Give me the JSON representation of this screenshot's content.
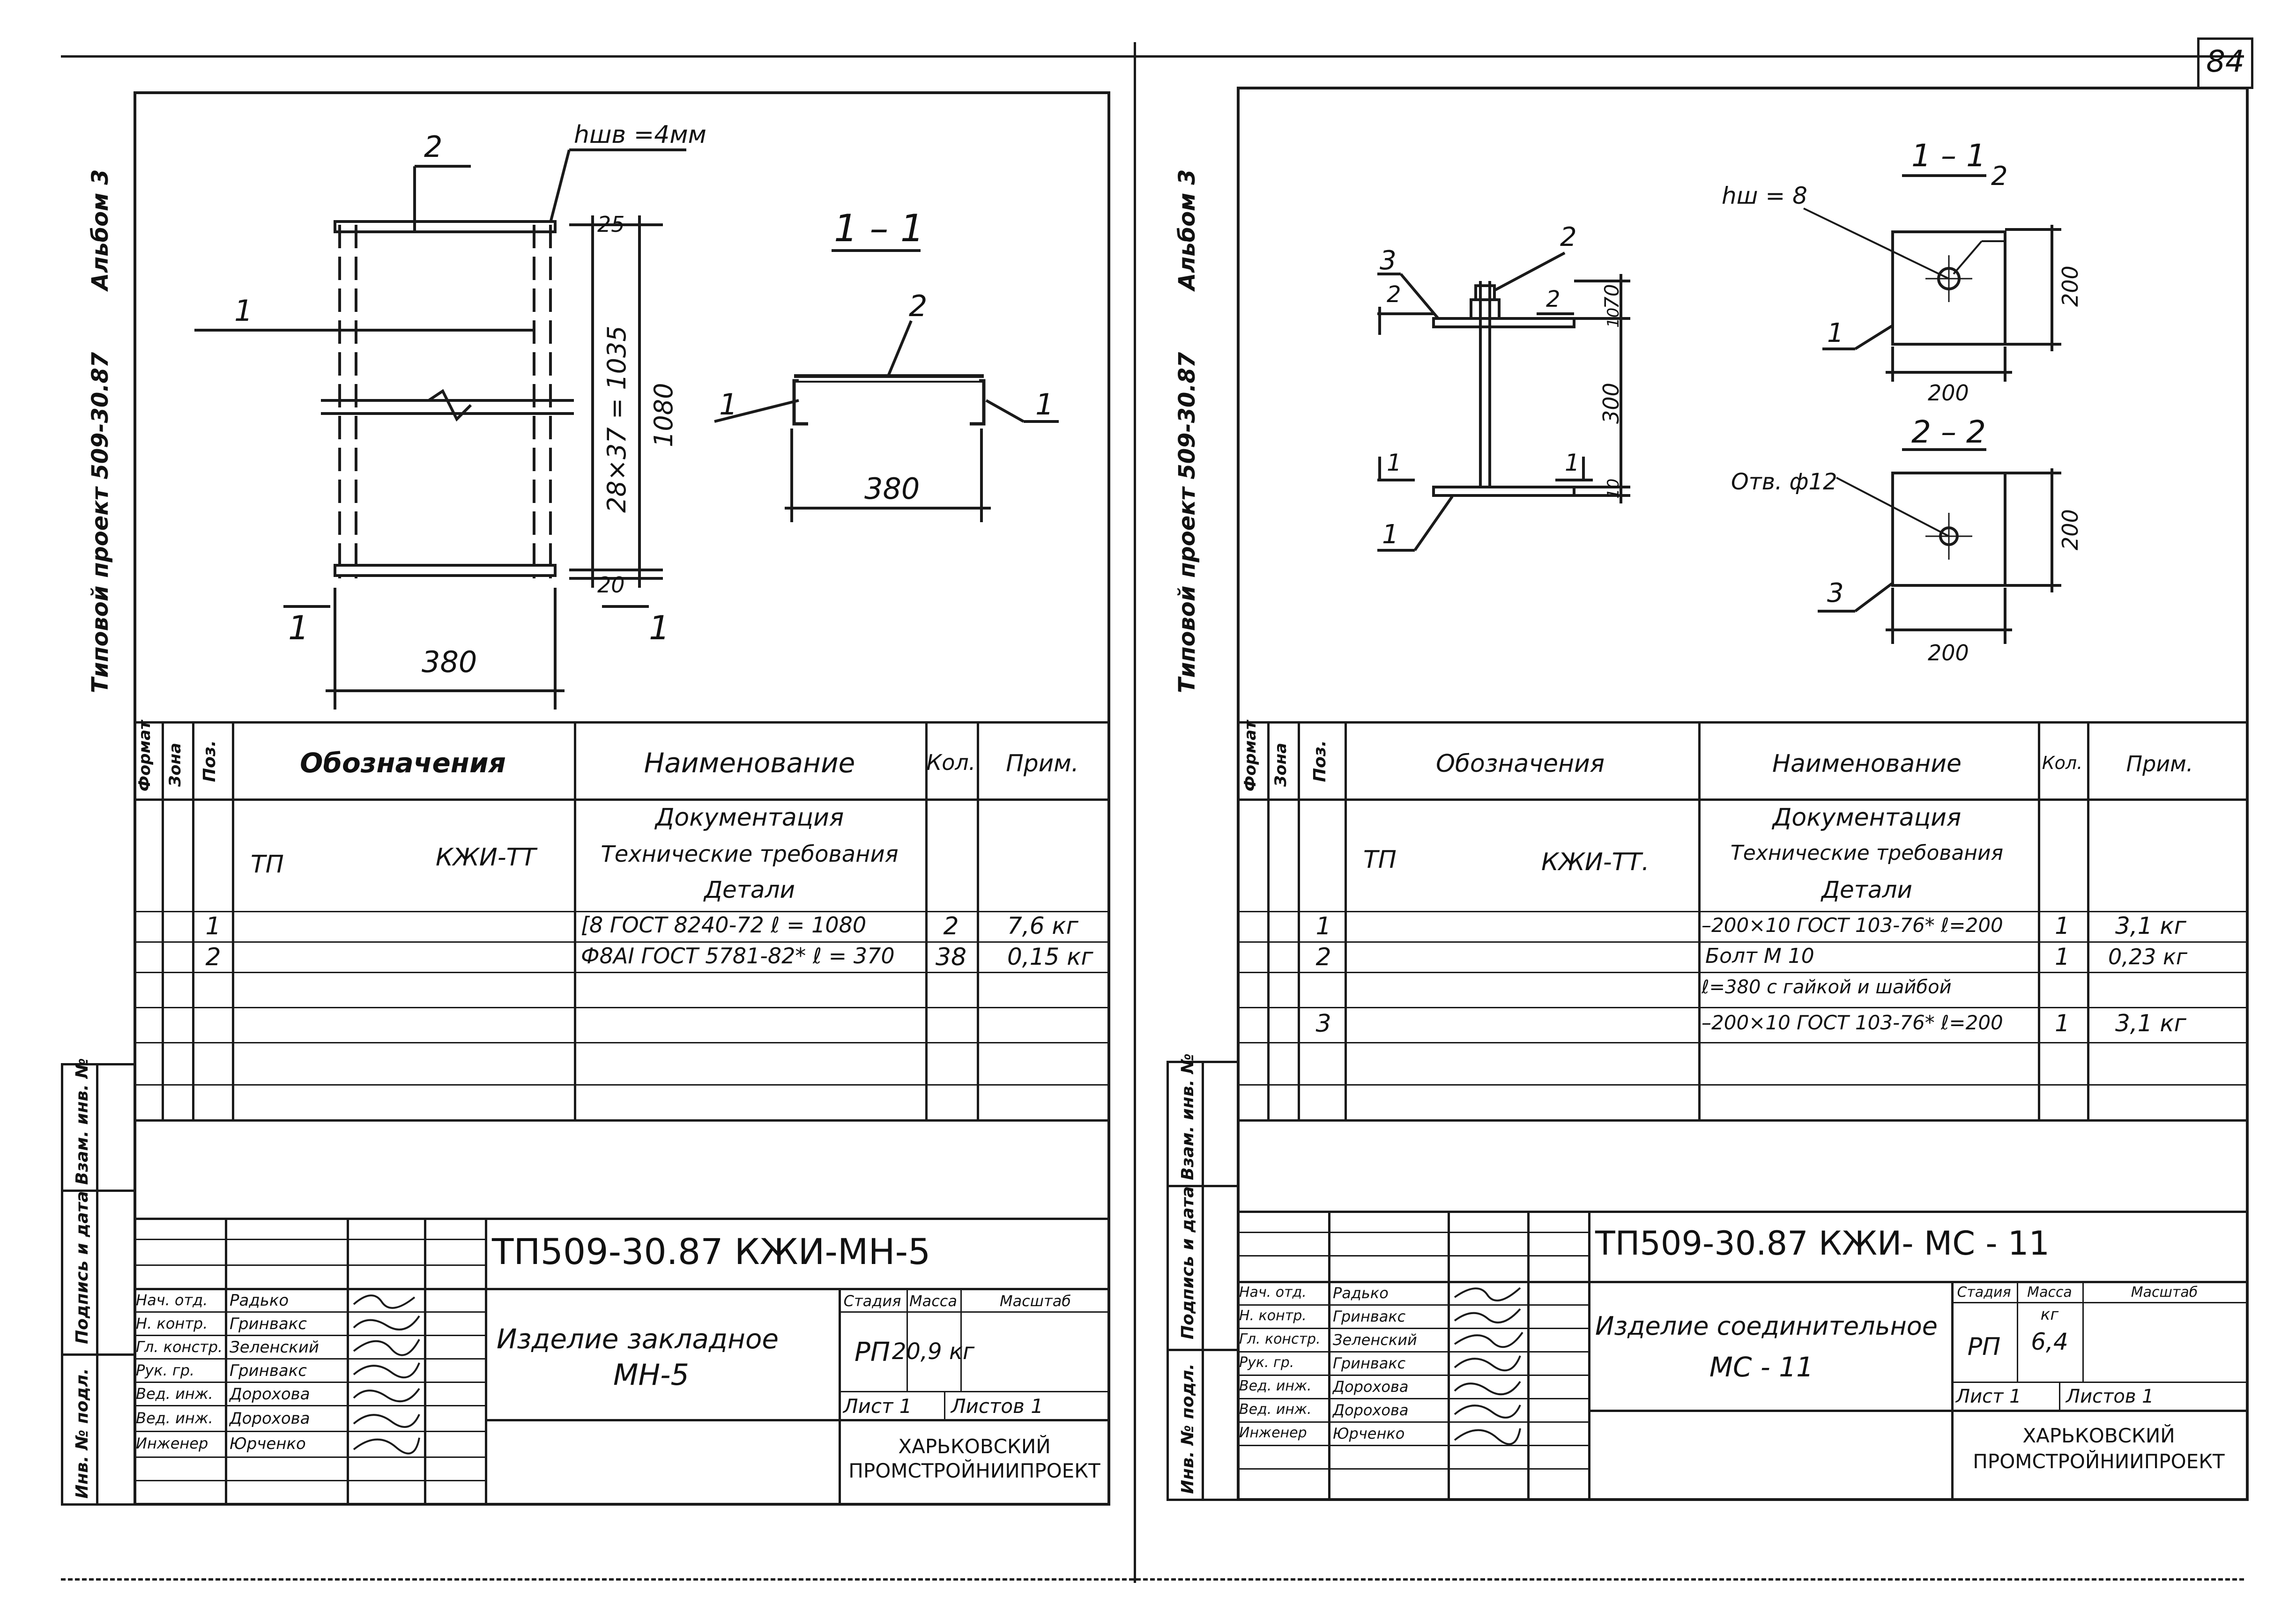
{
  "page_number": "84",
  "left": {
    "album": "Альбом 3",
    "project": "Типовой проект 509-30.87",
    "drawing": {
      "weld_note": "hшв =4мм",
      "pos_1": "1",
      "pos_2": "2",
      "dim_top": "25",
      "dim_bottom": "20",
      "dim_step": "28×37 = 1035",
      "dim_height": "1080",
      "dim_width": "380",
      "section_mark": "1",
      "section_title": "1 – 1",
      "section_width": "380"
    },
    "side_cells": [
      "Взам. инв. №",
      "Подпись и дата",
      "Инв. № подл."
    ],
    "spec": {
      "headers": {
        "format": "Формат",
        "zone": "Зона",
        "pos": "Поз.",
        "designation": "Обозначения",
        "name": "Наименование",
        "qty": "Кол.",
        "note": "Прим."
      },
      "doc_title": "Документация",
      "tp": "ТП",
      "code": "КЖИ-ТТ",
      "tech_req": "Технические требования",
      "parts": "Детали",
      "rows": [
        {
          "pos": "1",
          "name": "[8 ГОСТ 8240-72  ℓ = 1080",
          "qty": "2",
          "note": "7,6 кг"
        },
        {
          "pos": "2",
          "name": "Ф8АI ГОСТ 5781-82* ℓ = 370",
          "qty": "38",
          "note": "0,15 кг"
        }
      ]
    },
    "title_block": {
      "code": "ТП509-30.87  КЖИ-МН-5",
      "people": [
        {
          "role": "Нач. отд.",
          "name": "Радько"
        },
        {
          "role": "Н. контр.",
          "name": "Гринвакс"
        },
        {
          "role": "Гл. констр.",
          "name": "Зеленский"
        },
        {
          "role": "Рук. гр.",
          "name": "Гринвакс"
        },
        {
          "role": "Вед. инж.",
          "name": "Дорохова"
        },
        {
          "role": "Вед. инж.",
          "name": "Дорохова"
        },
        {
          "role": "Инженер",
          "name": "Юрченко"
        }
      ],
      "item_name": "Изделие закладное",
      "item_code": "МН-5",
      "stage_label": "Стадия",
      "mass_label": "Масса",
      "scale_label": "Масштаб",
      "stage": "РП",
      "mass": "20,9 кг",
      "sheet": "Лист 1",
      "sheets": "Листов 1",
      "org_line1": "ХАРЬКОВСКИЙ",
      "org_line2": "ПРОМСТРОЙНИИПРОЕКТ"
    }
  },
  "right": {
    "album": "Альбом 3",
    "project": "Типовой проект 509-30.87",
    "drawing": {
      "pos_1": "1",
      "pos_2": "2",
      "pos_3": "3",
      "dim_70": "70",
      "dim_10a": "10",
      "dim_300": "300",
      "dim_10b": "10",
      "mark_2": "2",
      "mark_1": "1",
      "weld_note": "hш = 8",
      "sec1_title": "1 – 1",
      "sec1_dim_w": "200",
      "sec1_dim_h": "200",
      "hole_note": "Отв. ф12",
      "sec2_title": "2 – 2",
      "sec2_dim_w": "200",
      "sec2_dim_h": "200"
    },
    "side_cells": [
      "Взам. инв. №",
      "Подпись и дата",
      "Инв. № подл."
    ],
    "spec": {
      "headers": {
        "format": "Формат",
        "zone": "Зона",
        "pos": "Поз.",
        "designation": "Обозначения",
        "name": "Наименование",
        "qty": "Кол.",
        "note": "Прим."
      },
      "doc_title": "Документация",
      "tp": "ТП",
      "code": "КЖИ-ТТ.",
      "tech_req": "Технические требования",
      "parts": "Детали",
      "rows": [
        {
          "pos": "1",
          "name": "–200×10 ГОСТ 103-76* ℓ=200",
          "qty": "1",
          "note": "3,1 кг"
        },
        {
          "pos": "2",
          "name": "Болт  М 10",
          "qty": "1",
          "note": "0,23 кг"
        },
        {
          "pos": "",
          "name": "ℓ=380 с гайкой и шайбой",
          "qty": "",
          "note": ""
        },
        {
          "pos": "3",
          "name": "–200×10 ГОСТ 103-76* ℓ=200",
          "qty": "1",
          "note": "3,1 кг"
        }
      ]
    },
    "title_block": {
      "code": "ТП509-30.87  КЖИ- МС - 11",
      "people": [
        {
          "role": "Нач. отд.",
          "name": "Радько"
        },
        {
          "role": "Н. контр.",
          "name": "Гринвакс"
        },
        {
          "role": "Гл. констр.",
          "name": "Зеленский"
        },
        {
          "role": "Рук. гр.",
          "name": "Гринвакс"
        },
        {
          "role": "Вед. инж.",
          "name": "Дорохова"
        },
        {
          "role": "Вед. инж.",
          "name": "Дорохова"
        },
        {
          "role": "Инженер",
          "name": "Юрченко"
        }
      ],
      "item_name": "Изделие соединительное",
      "item_code": "МС - 11",
      "stage_label": "Стадия",
      "mass_label": "Масса",
      "scale_label": "Масштаб",
      "mass_unit": "кг",
      "stage": "РП",
      "mass": "6,4",
      "sheet": "Лист 1",
      "sheets": "Листов 1",
      "org_line1": "ХАРЬКОВСКИЙ",
      "org_line2": "ПРОМСТРОЙНИИПРОЕКТ"
    }
  }
}
